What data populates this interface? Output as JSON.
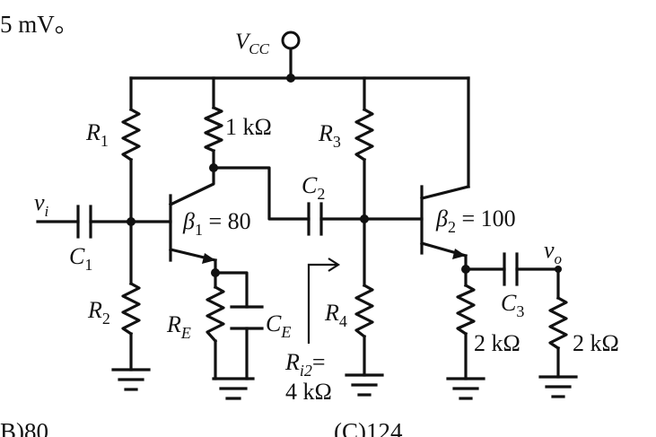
{
  "top_fragment": "5 mV。",
  "supply": {
    "name": "V",
    "sub": "CC"
  },
  "input": {
    "name": "v",
    "sub": "i"
  },
  "output": {
    "name": "v",
    "sub": "o"
  },
  "resistors": {
    "r1": {
      "name": "R",
      "sub": "1"
    },
    "r2": {
      "name": "R",
      "sub": "2"
    },
    "rc1": {
      "value": "1 kΩ"
    },
    "re": {
      "name": "R",
      "sub": "E"
    },
    "r3": {
      "name": "R",
      "sub": "3"
    },
    "r4": {
      "name": "R",
      "sub": "4"
    },
    "re2": {
      "value": "2 kΩ"
    },
    "rl": {
      "value": "2 kΩ"
    }
  },
  "capacitors": {
    "c1": {
      "name": "C",
      "sub": "1"
    },
    "c2": {
      "name": "C",
      "sub": "2"
    },
    "c3": {
      "name": "C",
      "sub": "3"
    },
    "ce": {
      "name": "C",
      "sub": "E"
    }
  },
  "transistors": {
    "q1": {
      "name": "β",
      "sub": "1",
      "value": " = 80"
    },
    "q2": {
      "name": "β",
      "sub": "2",
      "value": " = 100"
    }
  },
  "annotation": {
    "name": "R",
    "sub": "i2",
    "eq": "=",
    "value": "4 kΩ"
  },
  "choices": {
    "b": "B)80",
    "c": "(C)124"
  }
}
